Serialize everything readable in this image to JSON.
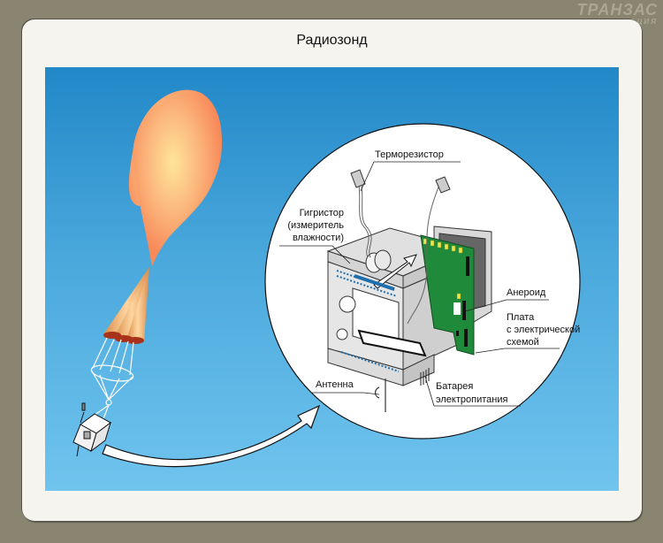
{
  "logo": {
    "line1": "ТРАНЗАС",
    "line2": "АВИАЦИЯ"
  },
  "title": "Радиозонд",
  "diagram": {
    "components": {
      "balloon": "balloon-icon",
      "parachute": "parachute-icon",
      "radiosonde_small": "radiosonde-icon",
      "arrow": "curved-arrow-icon",
      "detail_circle": "radiosonde-detail"
    },
    "labels": {
      "thermistor": "Терморезистор",
      "hygristor_1": "Гигристор",
      "hygristor_2": "(измеритель",
      "hygristor_3": "влажности)",
      "aneroid": "Анероид",
      "board_1": "Плата",
      "board_2": "с электрической",
      "board_3": "схемой",
      "antenna": "Антенна",
      "battery_1": "Батарея",
      "battery_2": "электропитания"
    },
    "colors": {
      "sky_top": "#2288c8",
      "sky_bottom": "#70c4ee",
      "balloon": "#f88a5a",
      "balloon_highlight": "#ffe59a",
      "board": "#1e8a3a",
      "board_pads": "#e8e84a",
      "accent_blue": "#1f6fae"
    }
  }
}
